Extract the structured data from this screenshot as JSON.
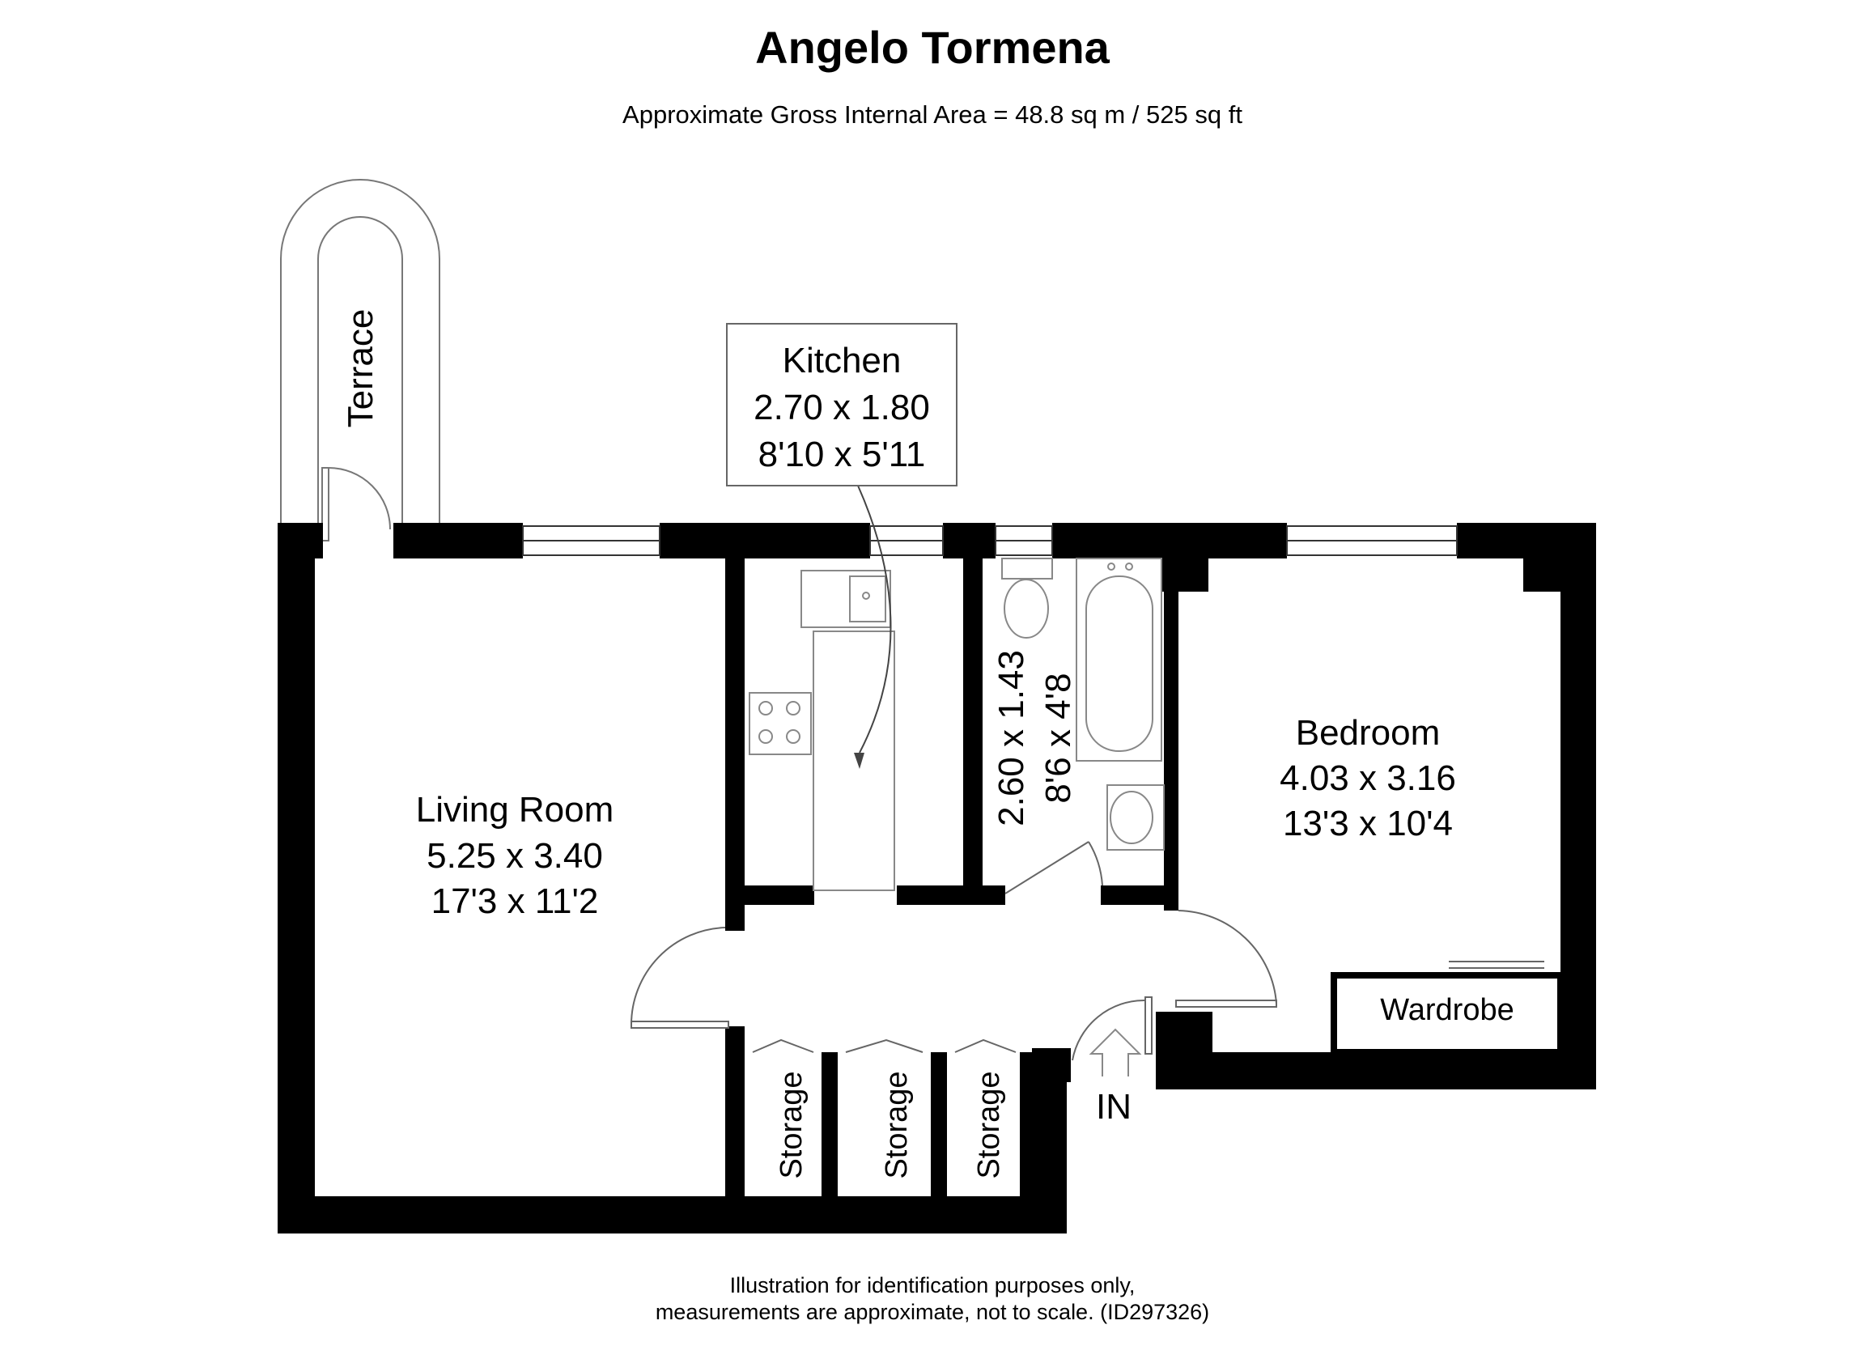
{
  "header": {
    "title": "Angelo Tormena",
    "subtitle": "Approximate Gross Internal Area = 48.8 sq m / 525 sq ft"
  },
  "rooms": {
    "terrace": {
      "name": "Terrace"
    },
    "kitchen": {
      "name": "Kitchen",
      "metric": "2.70 x 1.80",
      "imperial": "8'10 x 5'11"
    },
    "bathroom": {
      "metric": "2.60 x 1.43",
      "imperial": "8'6 x 4'8"
    },
    "living": {
      "name": "Living Room",
      "metric": "5.25 x 3.40",
      "imperial": "17'3 x 11'2"
    },
    "bedroom": {
      "name": "Bedroom",
      "metric": "4.03 x 3.16",
      "imperial": "13'3 x 10'4"
    },
    "wardrobe": {
      "name": "Wardrobe"
    },
    "storage_1": {
      "name": "Storage"
    },
    "storage_2": {
      "name": "Storage"
    },
    "storage_3": {
      "name": "Storage"
    }
  },
  "entrance": {
    "label": "IN"
  },
  "footer": {
    "line1": "Illustration for identification purposes only,",
    "line2": "measurements are approximate, not to scale. (ID297326)"
  },
  "colors": {
    "wall": "#000000",
    "fixture": "#9a9a9a",
    "background": "#ffffff"
  }
}
